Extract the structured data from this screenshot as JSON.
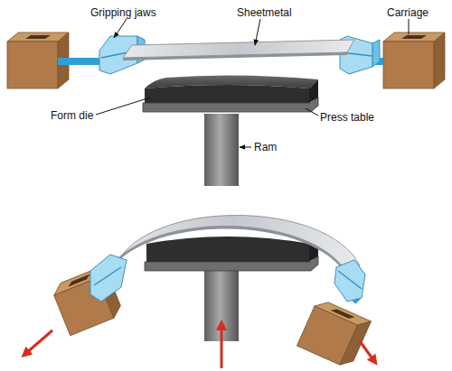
{
  "diagram": {
    "labels": [
      "Gripping jaws",
      "Sheetmetal",
      "Carriage",
      "Form die",
      "Press table",
      "Ram"
    ]
  }
}
